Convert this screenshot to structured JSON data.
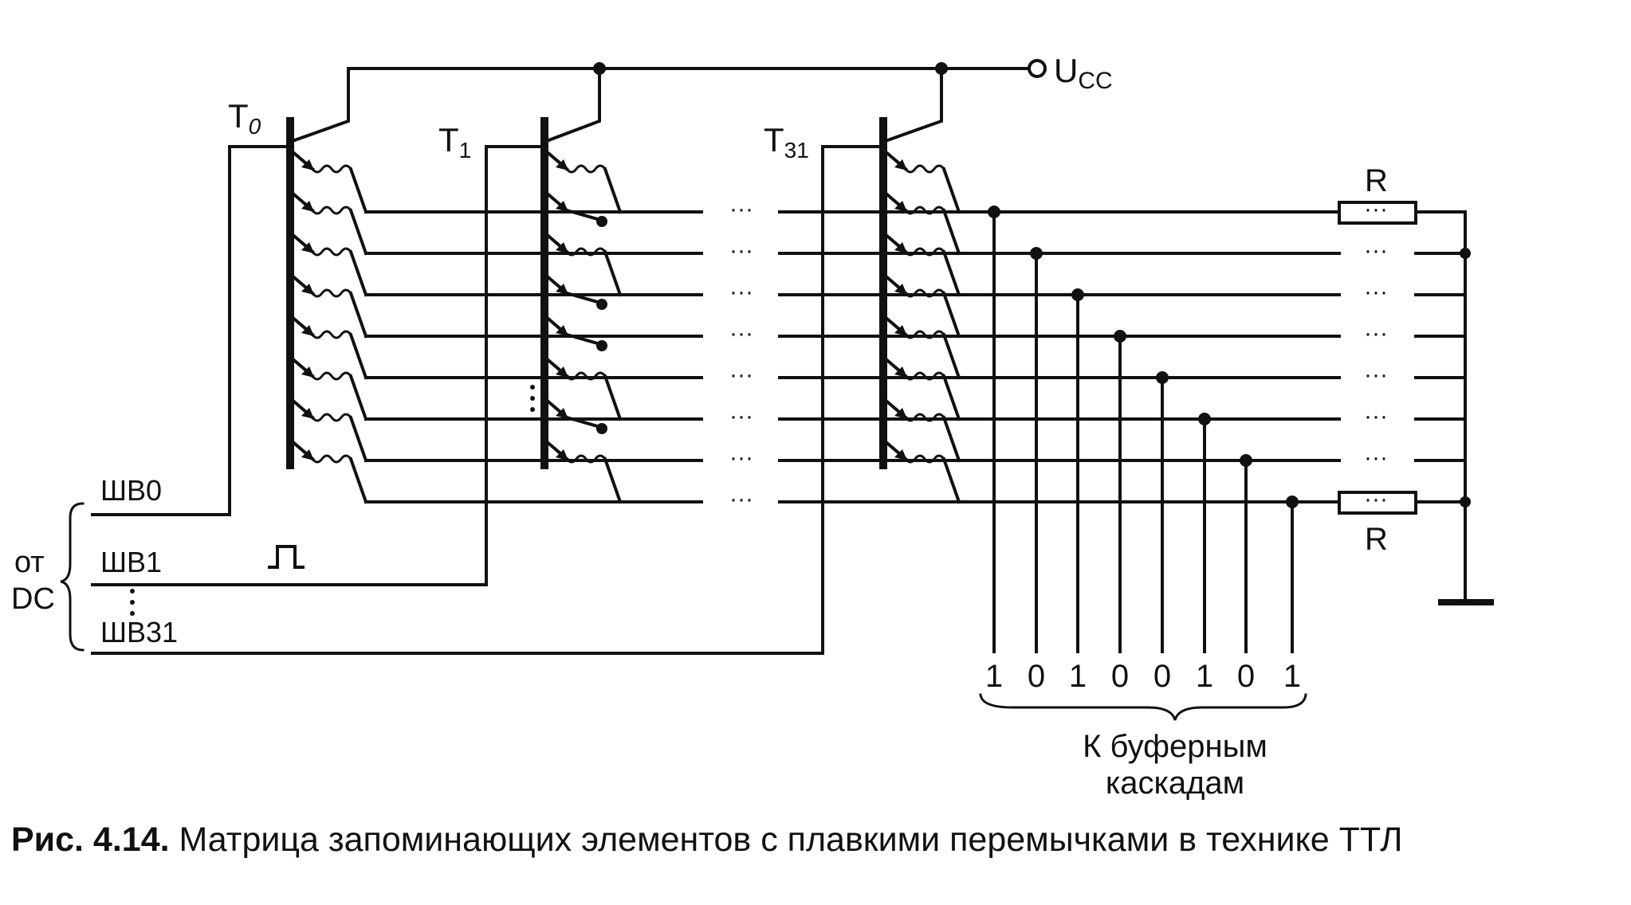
{
  "labels": {
    "ucc": "U",
    "ucc_sub": "CC",
    "t0": "T",
    "t0_sub": "0",
    "t1": "T",
    "t1_sub": "1",
    "t31": "T",
    "t31_sub": "31",
    "r_top": "R",
    "r_bottom": "R",
    "wb0": "ШВ0",
    "wb1": "ШВ1",
    "wb31": "ШВ31",
    "from": "от",
    "dc": "DC",
    "buffer_line1": "К буферным",
    "buffer_line2": "каскадам",
    "ellipsis": "···"
  },
  "bits": [
    "1",
    "0",
    "1",
    "0",
    "0",
    "1",
    "0",
    "1"
  ],
  "caption": {
    "prefix": "Рис. 4.14.",
    "text": " Матрица запоминающих элементов с плавкими перемычками в технике ТТЛ"
  }
}
